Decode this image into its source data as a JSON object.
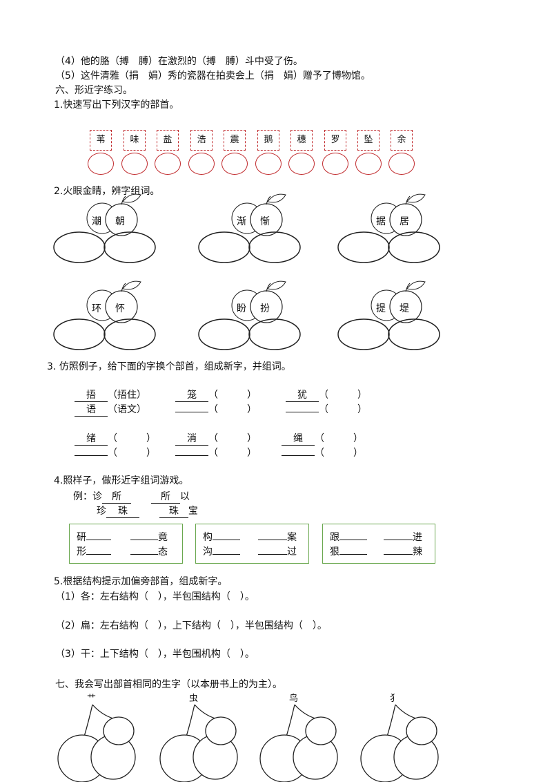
{
  "lines": {
    "l4": "（4）他的胳（搏　膊）在激烈的（搏　膊）斗中受了伤。",
    "l5": "（5）这件清雅（捐　娟）秀的瓷器在拍卖会上（捐　娟）赠予了博物馆。",
    "sec6": "六、形近字练习。"
  },
  "q1": {
    "title": "1.快速写出下列汉字的部首。",
    "chars": [
      "苇",
      "味",
      "盐",
      "浩",
      "震",
      "鹅",
      "穗",
      "罗",
      "坠",
      "余"
    ]
  },
  "q2": {
    "title": "2.火眼金睛，辨字组词。",
    "pairs": [
      [
        "潮",
        "朝"
      ],
      [
        "渐",
        "惭"
      ],
      [
        "据",
        "居"
      ],
      [
        "环",
        "怀"
      ],
      [
        "盼",
        "扮"
      ],
      [
        "提",
        "堤"
      ]
    ]
  },
  "q3": {
    "title": "3. 仿照例子，给下面的字换个部首，组成新字，并组词。",
    "ex1": "捂",
    "ex1w": "（捂住）",
    "ex2": "语",
    "ex2w": "（语文）",
    "c1": "笼",
    "c2": "犹",
    "c3": "绪",
    "c4": "消",
    "c5": "绳",
    "paren": "（　　　）"
  },
  "q4": {
    "title": "4.照样子，做形近字组词游戏。",
    "ex_label": "例：诊",
    "ex_a": "所",
    "ex_a2": "所",
    "ex_a3": "以",
    "ex_b": "珍",
    "ex_b1": "珠",
    "ex_b2": "珠",
    "ex_b3": "宝",
    "boxes": [
      {
        "a": "研",
        "b": "竟",
        "c": "形",
        "d": "态"
      },
      {
        "a": "构",
        "b": "案",
        "c": "沟",
        "d": "过"
      },
      {
        "a": "跟",
        "b": "进",
        "c": "狠",
        "d": "辣"
      }
    ]
  },
  "q5": {
    "title": "5.根据结构提示加偏旁部首，组成新字。",
    "s1": "（1）各：左右结构（　），半包围结构（　）。",
    "s2": "（2）扁：左右结构（　），上下结构（　），半包围结构（　）。",
    "s3": "（3）干：上下结构（　），半包围机构（　）。"
  },
  "sec7": {
    "title": "七、我会写出部首相同的生字（以本册书上的为主）。",
    "radicals": [
      "艹",
      "虫",
      "鸟",
      "犭"
    ]
  }
}
